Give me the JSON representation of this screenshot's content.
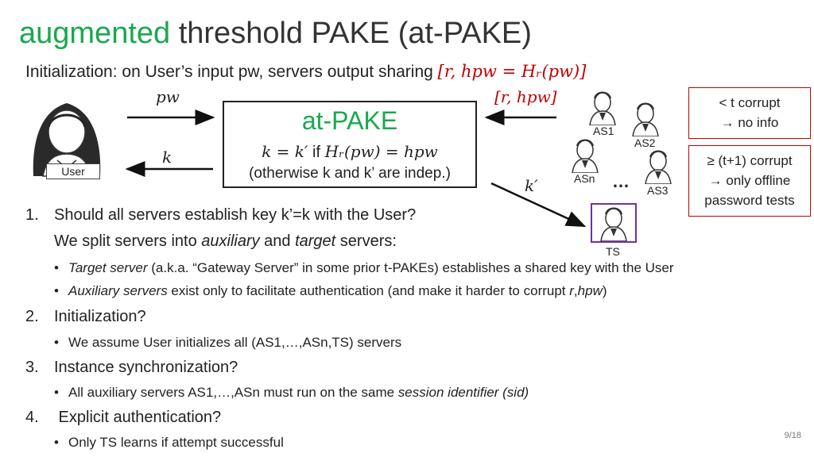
{
  "title": {
    "accent": "augmented",
    "rest": " threshold PAKE (at-PAKE)"
  },
  "init": {
    "prefix": "Initialization:  on User’s input pw, servers output sharing ",
    "sharing": "[r, hpw = Hᵣ(pw)]"
  },
  "diagram": {
    "pw_label": "pw",
    "k_label": "k",
    "r_hpw_label": "[r, hpw]",
    "k_prime_label": "k′",
    "box_title": "at-PAKE",
    "box_line1_math": "k = k′",
    "box_line1_if": " if ",
    "box_line1_cond": "Hᵣ(pw) = hpw",
    "box_line2": "(otherwise k and k’ are indep.)",
    "user_label": "User",
    "servers": {
      "as1": "AS1",
      "as2": "AS2",
      "asn": "ASn",
      "as3": "AS3",
      "ellipsis": "…",
      "ts": "TS"
    }
  },
  "notes": {
    "t_corrupt": {
      "line1": "< t corrupt",
      "line2": "→  no info"
    },
    "t1_corrupt": {
      "line1": "≥ (t+1) corrupt",
      "line2": "→ only offline",
      "line3": "password tests"
    }
  },
  "list": {
    "item1": {
      "num": "1.",
      "text": "Should all servers establish key k’=k with the User?",
      "cont_a": "We split servers into ",
      "cont_aux": "auxiliary",
      "cont_b": " and ",
      "cont_target": "target",
      "cont_c": " servers:",
      "b1_italic": "Target server",
      "b1_rest": " (a.k.a. “Gateway Server” in some prior t-PAKEs) establishes a shared key with the User",
      "b2_italic": "Auxiliary servers",
      "b2_rest": " exist only to facilitate authentication (and make it harder to corrupt ",
      "b2_r": "r",
      "b2_comma": ",",
      "b2_hpw": "hpw",
      "b2_end": ")"
    },
    "item2": {
      "num": "2.",
      "text": "Initialization?",
      "b1": "We assume User initializes all (AS1,…,ASn,TS) servers"
    },
    "item3": {
      "num": "3.",
      "text": "Instance synchronization?",
      "b1_a": "All auxiliary servers AS1,…,ASn must run on the same ",
      "b1_italic": "session identifier (sid)"
    },
    "item4": {
      "num": "4.",
      "text": " Explicit authentication?",
      "b1": "Only TS learns if attempt successful"
    }
  },
  "bullet_char": "•",
  "page_number": "9/18",
  "colors": {
    "accent": "#1aa84e",
    "red": "#c00000",
    "ts_border": "#7030a0"
  }
}
